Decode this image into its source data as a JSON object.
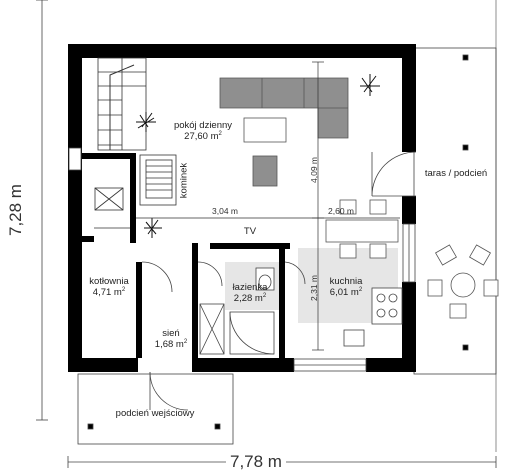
{
  "rooms": {
    "living": {
      "name": "pokój dzienny",
      "area": "27,60 m",
      "sup": "2"
    },
    "boiler": {
      "name": "kotłownia",
      "area": "4,71 m",
      "sup": "2"
    },
    "bathroom": {
      "name": "łazienka",
      "area": "2,28 m",
      "sup": "2"
    },
    "kitchen": {
      "name": "kuchnia",
      "area": "6,01 m",
      "sup": "2"
    },
    "hall": {
      "name": "sień",
      "area": "1,68 m",
      "sup": "2"
    },
    "terrace": {
      "name": "taras / podcień"
    },
    "porch": {
      "name": "podcień wejściowy"
    }
  },
  "labels": {
    "fireplace": "kominek",
    "tv": "TV"
  },
  "dimensions": {
    "overall_width": "7,78 m",
    "overall_height": "7,28 m",
    "living_width": "3,04 m",
    "kitchen_width": "2,60 m",
    "living_depth": "4,09 m",
    "kitchen_depth": "2,31 m"
  },
  "colors": {
    "wall": "#000000",
    "fill_gray": "#e6e6e6",
    "sofa": "#8f8f8f",
    "line": "#444444"
  }
}
